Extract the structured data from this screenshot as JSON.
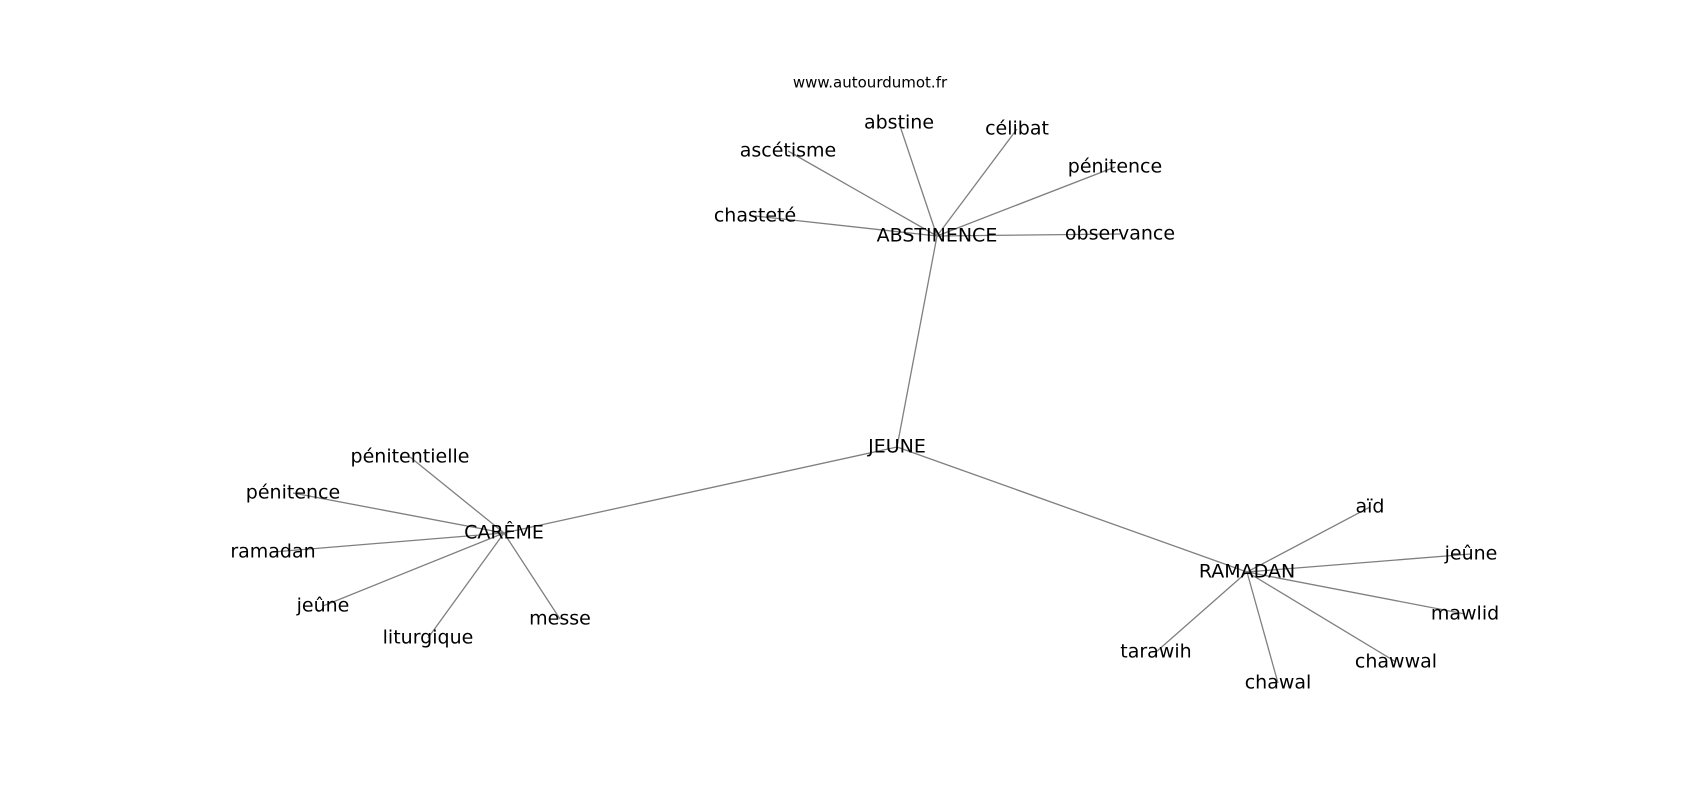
{
  "watermark": "www.autourdumot.fr",
  "graph": {
    "center": "JEUNE",
    "hubs": [
      {
        "label": "ABSTINENCE",
        "leaves": [
          "abstine",
          "célibat",
          "ascétisme",
          "pénitence",
          "chasteté",
          "observance"
        ]
      },
      {
        "label": "CARÊME",
        "leaves": [
          "pénitentielle",
          "pénitence",
          "ramadan",
          "jeûne",
          "liturgique",
          "messe"
        ]
      },
      {
        "label": "RAMADAN",
        "leaves": [
          "aïd",
          "jeûne",
          "mawlid",
          "chawwal",
          "chawal",
          "tarawih"
        ]
      }
    ]
  }
}
